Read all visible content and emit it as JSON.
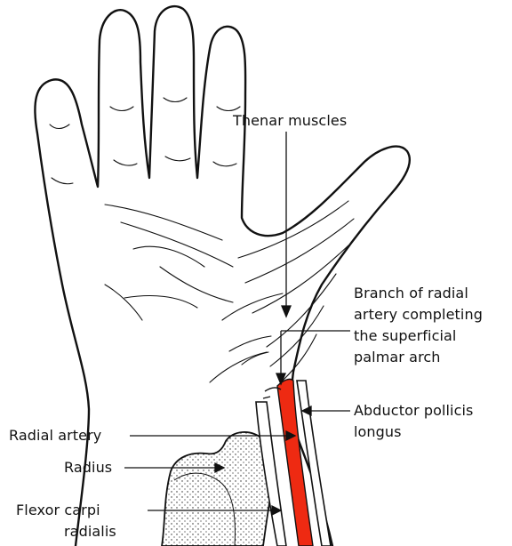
{
  "labels": {
    "thenar_muscles": "Thenar muscles",
    "branch_line1": "Branch of radial",
    "branch_line2": "artery completing",
    "branch_line3": "the superficial",
    "branch_line4": "palmar arch",
    "abductor_line1": "Abductor pollicis",
    "abductor_line2": "longus",
    "radial_artery": "Radial artery",
    "radius": "Radius",
    "flexor_line1": "Flexor carpi",
    "flexor_line2": "radialis"
  },
  "colors": {
    "artery": "#ee2a12",
    "ink": "#111111"
  }
}
